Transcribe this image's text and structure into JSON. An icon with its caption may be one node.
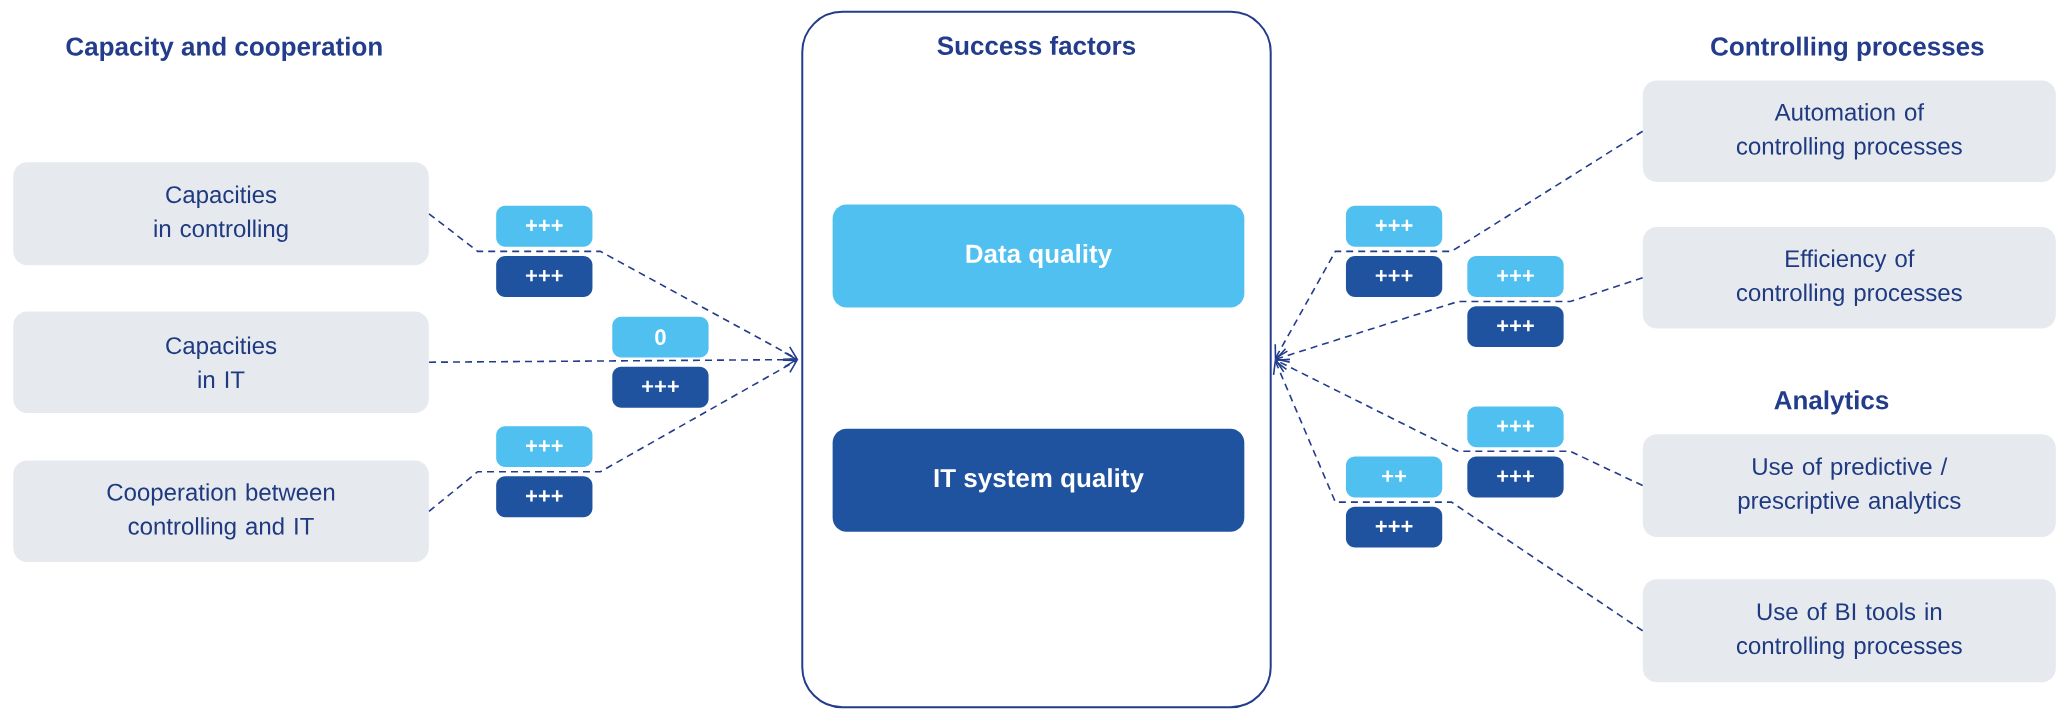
{
  "diagram": {
    "nodes": [
      {
        "text": [
          "Capacities in controlling"
        ]
      },
      {
        "text": [
          "Capacities in IT"
        ]
      },
      {
        "text": [
          "Cooperation between controlling and IT"
        ]
      },
      {
        "text": [
          "Success factors"
        ]
      },
      {
        "text": [
          "Data quality"
        ],
        "in": 3
      },
      {
        "text": [
          "IT system quality"
        ],
        "in": 3
      },
      {
        "text": [
          "Automation of controlling processes"
        ]
      },
      {
        "text": [
          "Efficiency of controlling processes"
        ]
      },
      {
        "text": [
          "Use of predictive / prescriptive analytics"
        ]
      },
      {
        "text": [
          "Use of BI tools in controlling processes"
        ]
      },
      {
        "text": [
          "+++"
        ]
      },
      {
        "text": [
          "+++"
        ]
      },
      {
        "text": [
          "0"
        ]
      },
      {
        "text": [
          "+++"
        ]
      },
      {
        "text": [
          "+++"
        ]
      },
      {
        "text": [
          "+++"
        ]
      },
      {
        "text": [
          "+++"
        ]
      },
      {
        "text": [
          "+++"
        ]
      },
      {
        "text": [
          "+++"
        ]
      },
      {
        "text": [
          "+++"
        ]
      },
      {
        "text": [
          "+++"
        ]
      },
      {
        "text": [
          "+++"
        ]
      },
      {
        "text": [
          "++"
        ]
      },
      {
        "text": [
          "+++"
        ]
      }
    ],
    "edges": [
      {
        "from": 0,
        "to": 3,
        "arrow": "to",
        "style": "dashed"
      },
      {
        "from": 1,
        "to": 3,
        "arrow": "to",
        "style": "dashed"
      },
      {
        "from": 2,
        "to": 3,
        "arrow": "to",
        "style": "dashed"
      },
      {
        "from": 6,
        "to": 3,
        "arrow": "to",
        "style": "dashed"
      },
      {
        "from": 7,
        "to": 3,
        "arrow": "to",
        "style": "dashed"
      },
      {
        "from": 8,
        "to": 3,
        "arrow": "to",
        "style": "dashed"
      },
      {
        "from": 9,
        "to": 3,
        "arrow": "to",
        "style": "dashed"
      }
    ],
    "labels": [
      "Capacity and cooperation",
      "Controlling processes",
      "Analytics"
    ]
  }
}
